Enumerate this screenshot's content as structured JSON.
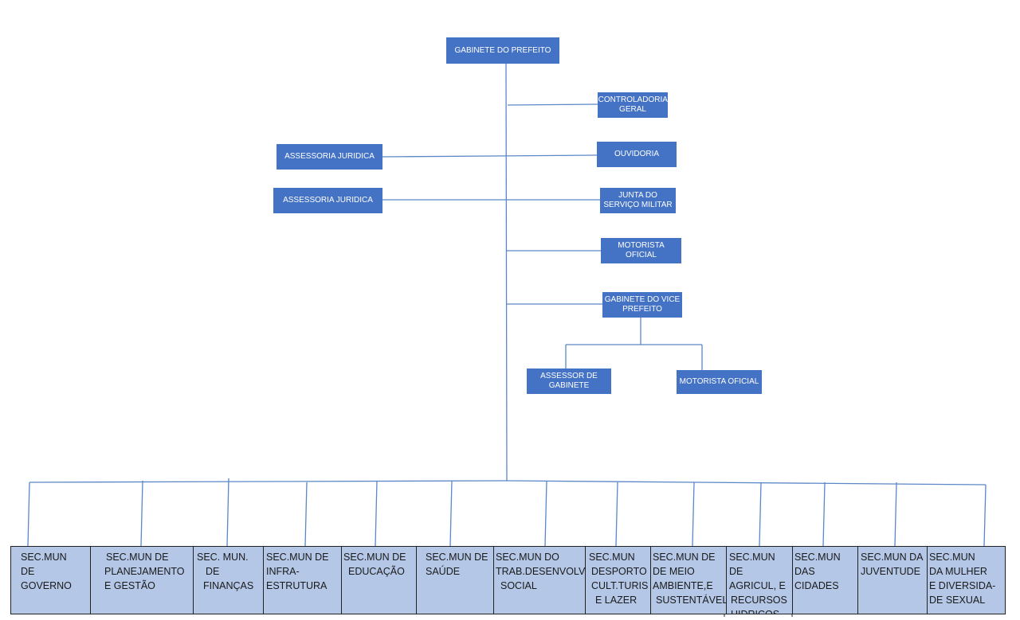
{
  "chart": {
    "root": "GABINETE DO PREFEITO",
    "controladoria": "CONTROLADORIA GERAL",
    "ouvidoria": "OUVIDORIA",
    "assessoria_1": "ASSESSORIA JURIDICA",
    "assessoria_2": "ASSESSORIA JURIDICA",
    "junta": "JUNTA DO SERVIÇO MILITAR",
    "motorista_oficial": "MOTORISTA OFICIAL",
    "vice": "GABINETE DO VICE PREFEITO",
    "assessor_gabinete": "ASSESSOR DE GABINETE",
    "motorista_vice": "MOTORISTA OFICIAL"
  },
  "secretarias": [
    {
      "l1": "SEC.MUN",
      "l2": "DE GOVERNO",
      "l3": "",
      "l4": ""
    },
    {
      "l1": "SEC.MUN DE",
      "l2": "PLANEJAMENTO",
      "l3": "E GESTÃO",
      "l4": ""
    },
    {
      "l1": "SEC. MUN.",
      "l2": "DE",
      "l3": "FINANÇAS",
      "l4": ""
    },
    {
      "l1": "SEC.MUN DE",
      "l2": "INFRA-",
      "l3": "ESTRUTURA",
      "l4": ""
    },
    {
      "l1": "SEC.MUN DE",
      "l2": "EDUCAÇÃO",
      "l3": "",
      "l4": ""
    },
    {
      "l1": "SEC.MUN DE",
      "l2": "SAÚDE",
      "l3": "",
      "l4": ""
    },
    {
      "l1": "SEC.MUN DO",
      "l2": "TRAB.DESENVOLV",
      "l3": "SOCIAL",
      "l4": ""
    },
    {
      "l1": "SEC.MUN",
      "l2": "DESPORTO",
      "l3": "CULT.TURIS",
      "l4": "E LAZER"
    },
    {
      "l1": "SEC.MUN DE",
      "l2": "DE MEIO",
      "l3": "AMBIENTE,E",
      "l4": "SUSTENTÁVEL"
    },
    {
      "l1": "SEC.MUN DE",
      "l2": "AGRICUL, E",
      "l3": "RECURSOS",
      "l4": "HIDRICOS"
    },
    {
      "l1": "SEC.MUN",
      "l2": "DAS CIDADES",
      "l3": "",
      "l4": ""
    },
    {
      "l1": "SEC.MUN DA",
      "l2": "JUVENTUDE",
      "l3": "",
      "l4": ""
    },
    {
      "l1": "SEC.MUN",
      "l2": "DA MULHER",
      "l3": "E DIVERSIDA-",
      "l4": "DE SEXUAL"
    }
  ],
  "colors": {
    "box_fill": "#4472c4",
    "secretaria_fill": "#b4c7e7",
    "connector": "#5b87c7"
  }
}
